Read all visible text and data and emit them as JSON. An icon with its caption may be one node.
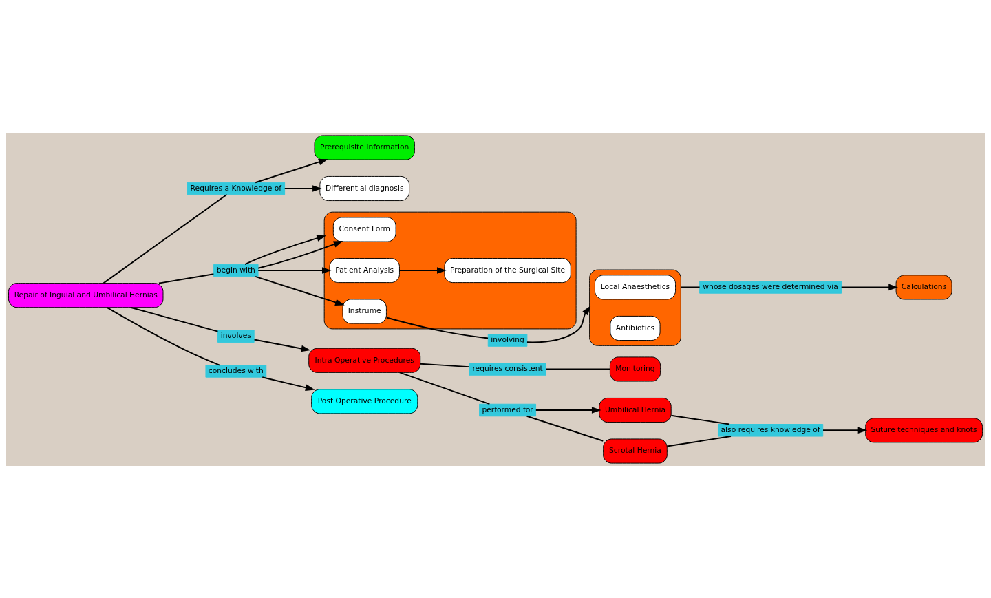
{
  "diagram": {
    "nodes": [
      {
        "text": [
          "Prerequisite Information"
        ]
      },
      {
        "text": [
          "Requires a Knowledge of"
        ]
      },
      {
        "text": [
          "Differential diagnosis"
        ]
      },
      {
        "text": [
          "Repair of Inguial and Umbilical Hernias"
        ]
      },
      {
        "text": [
          "begin with"
        ]
      },
      {
        "text": [],
        "shape": "box"
      },
      {
        "text": [
          "Consent Form"
        ],
        "in": 5
      },
      {
        "text": [
          "Preparation of the Surgical Site"
        ],
        "in": 5
      },
      {
        "text": [
          "Patient Analysis"
        ],
        "in": 5
      },
      {
        "text": [
          "Instrume"
        ],
        "in": 5
      },
      {
        "text": [],
        "shape": "box"
      },
      {
        "text": [
          "Local Anaesthetics"
        ],
        "in": 10
      },
      {
        "text": [
          "Antibiotics"
        ],
        "in": 10
      },
      {
        "text": [
          "involving"
        ]
      },
      {
        "text": [
          "whose dosages were determined via"
        ]
      },
      {
        "text": [
          "Calculations"
        ]
      },
      {
        "text": [
          "involves"
        ]
      },
      {
        "text": [
          "Intra Operative Procedures"
        ]
      },
      {
        "text": [
          "requires consistent"
        ]
      },
      {
        "text": [
          "Monitoring"
        ]
      },
      {
        "text": [
          "performed for"
        ]
      },
      {
        "text": [
          "Umbilical Hernia"
        ]
      },
      {
        "text": [
          "Scrotal Hernia"
        ]
      },
      {
        "text": [
          "also requires knowledge of"
        ]
      },
      {
        "text": [
          "Suture techniques and knots"
        ]
      },
      {
        "text": [
          "concludes with"
        ]
      },
      {
        "text": [
          "Post Operative Procedure"
        ]
      }
    ],
    "edges": [
      {
        "from": 3,
        "to": 1,
        "arrow": "none"
      },
      {
        "from": 1,
        "to": 0,
        "arrow": "to"
      },
      {
        "from": 1,
        "to": 2,
        "arrow": "to"
      },
      {
        "from": 3,
        "to": 4,
        "arrow": "none"
      },
      {
        "from": 4,
        "to": 6,
        "arrow": "to"
      },
      {
        "from": 4,
        "to": 8,
        "arrow": "to"
      },
      {
        "from": 4,
        "to": 5,
        "arrow": "to"
      },
      {
        "from": 4,
        "to": 9,
        "arrow": "to"
      },
      {
        "from": 8,
        "to": 7,
        "arrow": "to"
      },
      {
        "from": 9,
        "to": 13,
        "arrow": "none"
      },
      {
        "from": 13,
        "to": 10,
        "arrow": "to"
      },
      {
        "from": 10,
        "to": 14,
        "arrow": "none"
      },
      {
        "from": 14,
        "to": 15,
        "arrow": "to"
      },
      {
        "from": 3,
        "to": 16,
        "arrow": "none"
      },
      {
        "from": 16,
        "to": 17,
        "arrow": "to"
      },
      {
        "from": 17,
        "to": 18,
        "arrow": "none"
      },
      {
        "from": 18,
        "to": 19,
        "arrow": "none"
      },
      {
        "from": 17,
        "to": 20,
        "arrow": "none"
      },
      {
        "from": 20,
        "to": 21,
        "arrow": "to"
      },
      {
        "from": 20,
        "to": 22,
        "arrow": "none"
      },
      {
        "from": 21,
        "to": 23,
        "arrow": "none"
      },
      {
        "from": 22,
        "to": 23,
        "arrow": "none"
      },
      {
        "from": 23,
        "to": 24,
        "arrow": "to"
      },
      {
        "from": 3,
        "to": 25,
        "arrow": "none"
      },
      {
        "from": 25,
        "to": 26,
        "arrow": "to"
      }
    ]
  }
}
